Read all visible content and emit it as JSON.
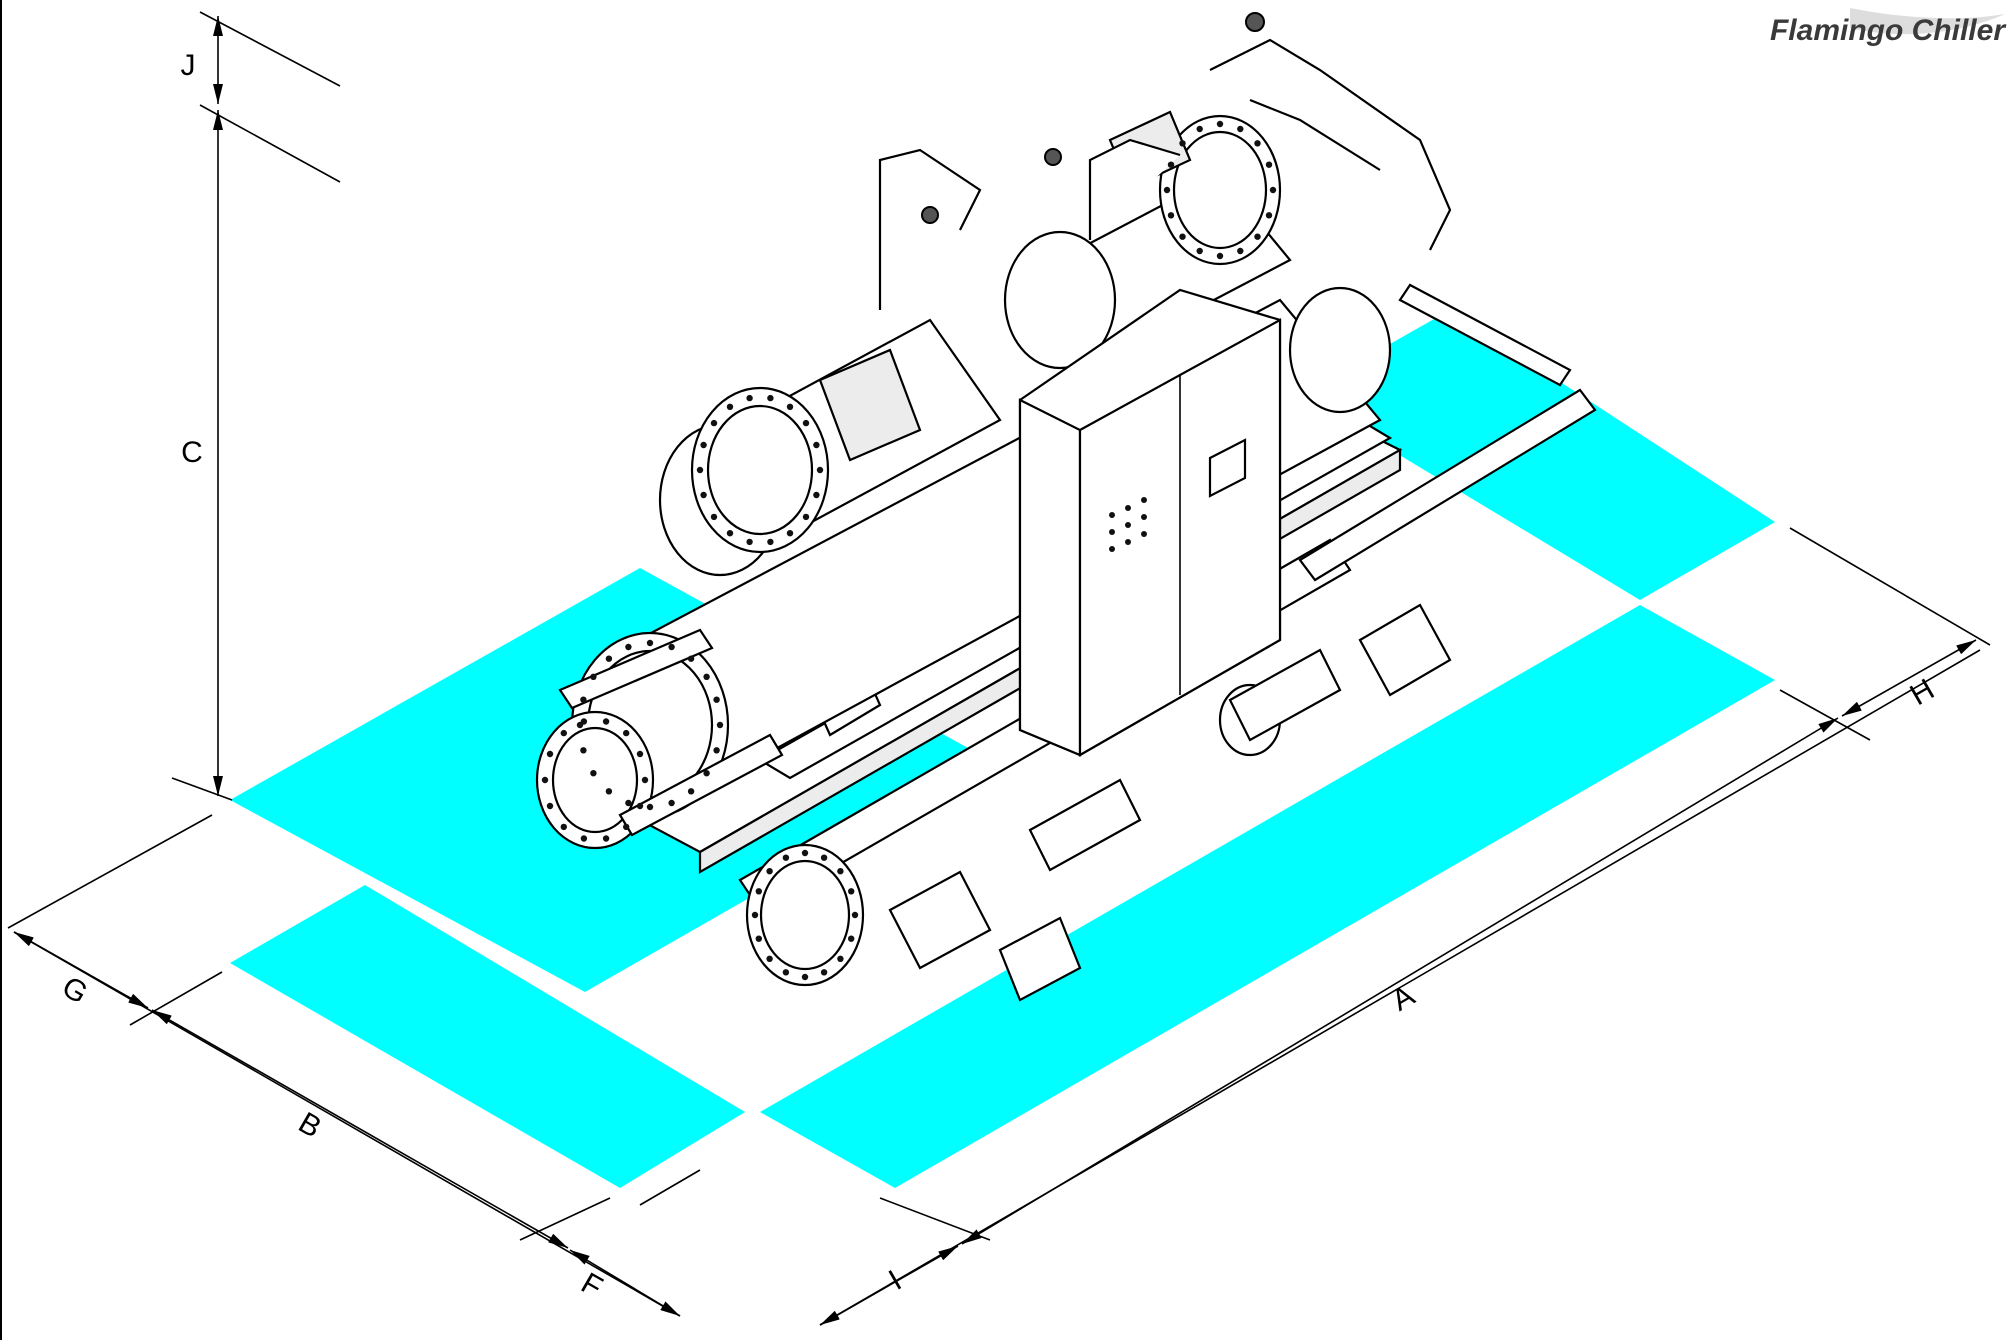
{
  "brand": {
    "logo_text": "Flamingo Chiller",
    "logo_color": "#3a3a3a"
  },
  "diagram": {
    "footprint_color": "#00ffff",
    "line_color": "#000000",
    "dimensions": {
      "A": "A",
      "B": "B",
      "C": "C",
      "F": "F",
      "G": "G",
      "H": "H",
      "I": "I",
      "J": "J"
    }
  }
}
